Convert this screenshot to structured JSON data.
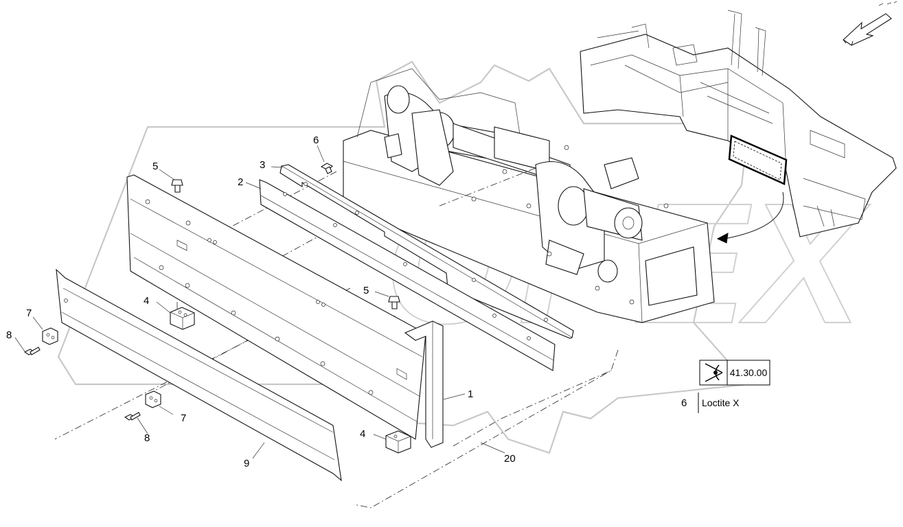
{
  "callouts": {
    "c1": "1",
    "c2": "2",
    "c3": "3",
    "c4a": "4",
    "c4b": "4",
    "c5a": "5",
    "c5b": "5",
    "c6": "6",
    "c7a": "7",
    "c7b": "7",
    "c8a": "8",
    "c8b": "8",
    "c9": "9",
    "c20": "20"
  },
  "reference": {
    "icon": "eye-icon",
    "code": "41.30.00"
  },
  "note": {
    "item": "6",
    "text": "Loctite X"
  },
  "watermark": {
    "text": "OPEX"
  }
}
